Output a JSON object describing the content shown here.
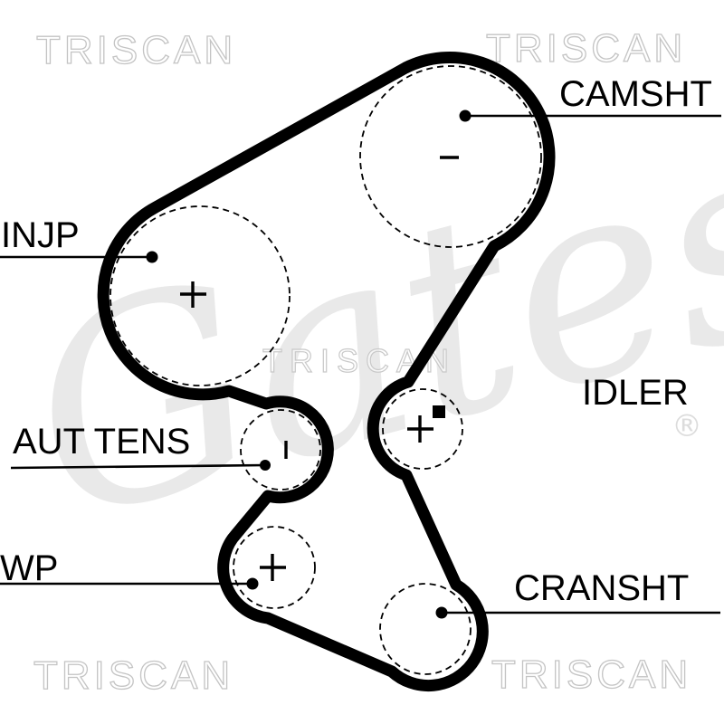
{
  "watermarks": {
    "brand": "TRISCAN",
    "logo": "Gates",
    "registered": "®"
  },
  "callouts": {
    "camshaft": "CAMSHT",
    "injection_pump": "INJP",
    "tensioner": "AUT TENS",
    "water_pump": "WP",
    "idler": "IDLER",
    "crankshaft": "CRANSHT"
  },
  "markers": {
    "camshaft": "−",
    "injection_pump": "+",
    "tensioner": "|",
    "water_pump": "+",
    "idler": "+"
  },
  "colors": {
    "background": "#ffffff",
    "diagram": "#000000",
    "watermark_outline": "#c4c4c4",
    "watermark_fill": "#e9e9e9"
  }
}
